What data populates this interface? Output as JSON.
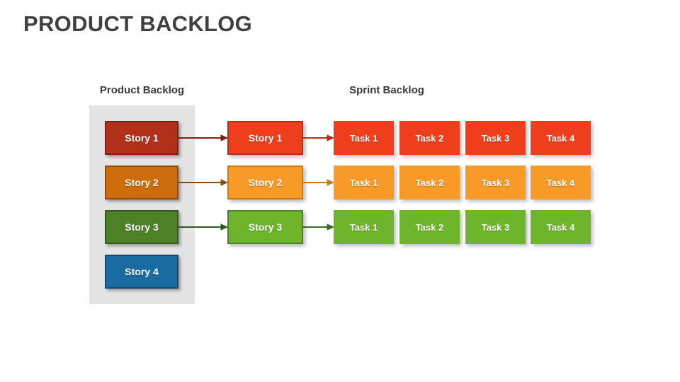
{
  "page": {
    "title": "PRODUCT BACKLOG",
    "background": "#ffffff",
    "title_color": "#404040"
  },
  "columns": {
    "product_backlog": {
      "heading": "Product Backlog",
      "panel_color": "#e4e4e4"
    },
    "sprint_backlog": {
      "heading": "Sprint Backlog"
    }
  },
  "product_backlog_items": [
    {
      "label": "Story 1",
      "fill": "#b0301a",
      "border": "#7d2212"
    },
    {
      "label": "Story 2",
      "fill": "#cc6c0a",
      "border": "#8f4b06"
    },
    {
      "label": "Story 3",
      "fill": "#4e8127",
      "border": "#35591a"
    },
    {
      "label": "Story 4",
      "fill": "#1a6ca0",
      "border": "#114a6e"
    }
  ],
  "sprint_rows": [
    {
      "story": {
        "label": "Story 1",
        "fill": "#ef3e1b",
        "border": "#b0301a"
      },
      "arrow_from_backlog_color": "#7d2212",
      "arrow_to_tasks_color": "#b0301a",
      "tasks": [
        {
          "label": "Task 1",
          "fill": "#ef3e1b"
        },
        {
          "label": "Task 2",
          "fill": "#ef3e1b"
        },
        {
          "label": "Task 3",
          "fill": "#ef3e1b"
        },
        {
          "label": "Task 4",
          "fill": "#ef3e1b"
        }
      ]
    },
    {
      "story": {
        "label": "Story 2",
        "fill": "#f79a28",
        "border": "#d2780c"
      },
      "arrow_from_backlog_color": "#8f4b06",
      "arrow_to_tasks_color": "#d2780c",
      "tasks": [
        {
          "label": "Task 1",
          "fill": "#f79a28"
        },
        {
          "label": "Task 2",
          "fill": "#f79a28"
        },
        {
          "label": "Task 3",
          "fill": "#f79a28"
        },
        {
          "label": "Task 4",
          "fill": "#f79a28"
        }
      ]
    },
    {
      "story": {
        "label": "Story 3",
        "fill": "#6eb52b",
        "border": "#4e8127"
      },
      "arrow_from_backlog_color": "#35591a",
      "arrow_to_tasks_color": "#3f6b1f",
      "tasks": [
        {
          "label": "Task 1",
          "fill": "#6eb52b"
        },
        {
          "label": "Task 2",
          "fill": "#6eb52b"
        },
        {
          "label": "Task 3",
          "fill": "#6eb52b"
        },
        {
          "label": "Task 4",
          "fill": "#6eb52b"
        }
      ]
    }
  ]
}
